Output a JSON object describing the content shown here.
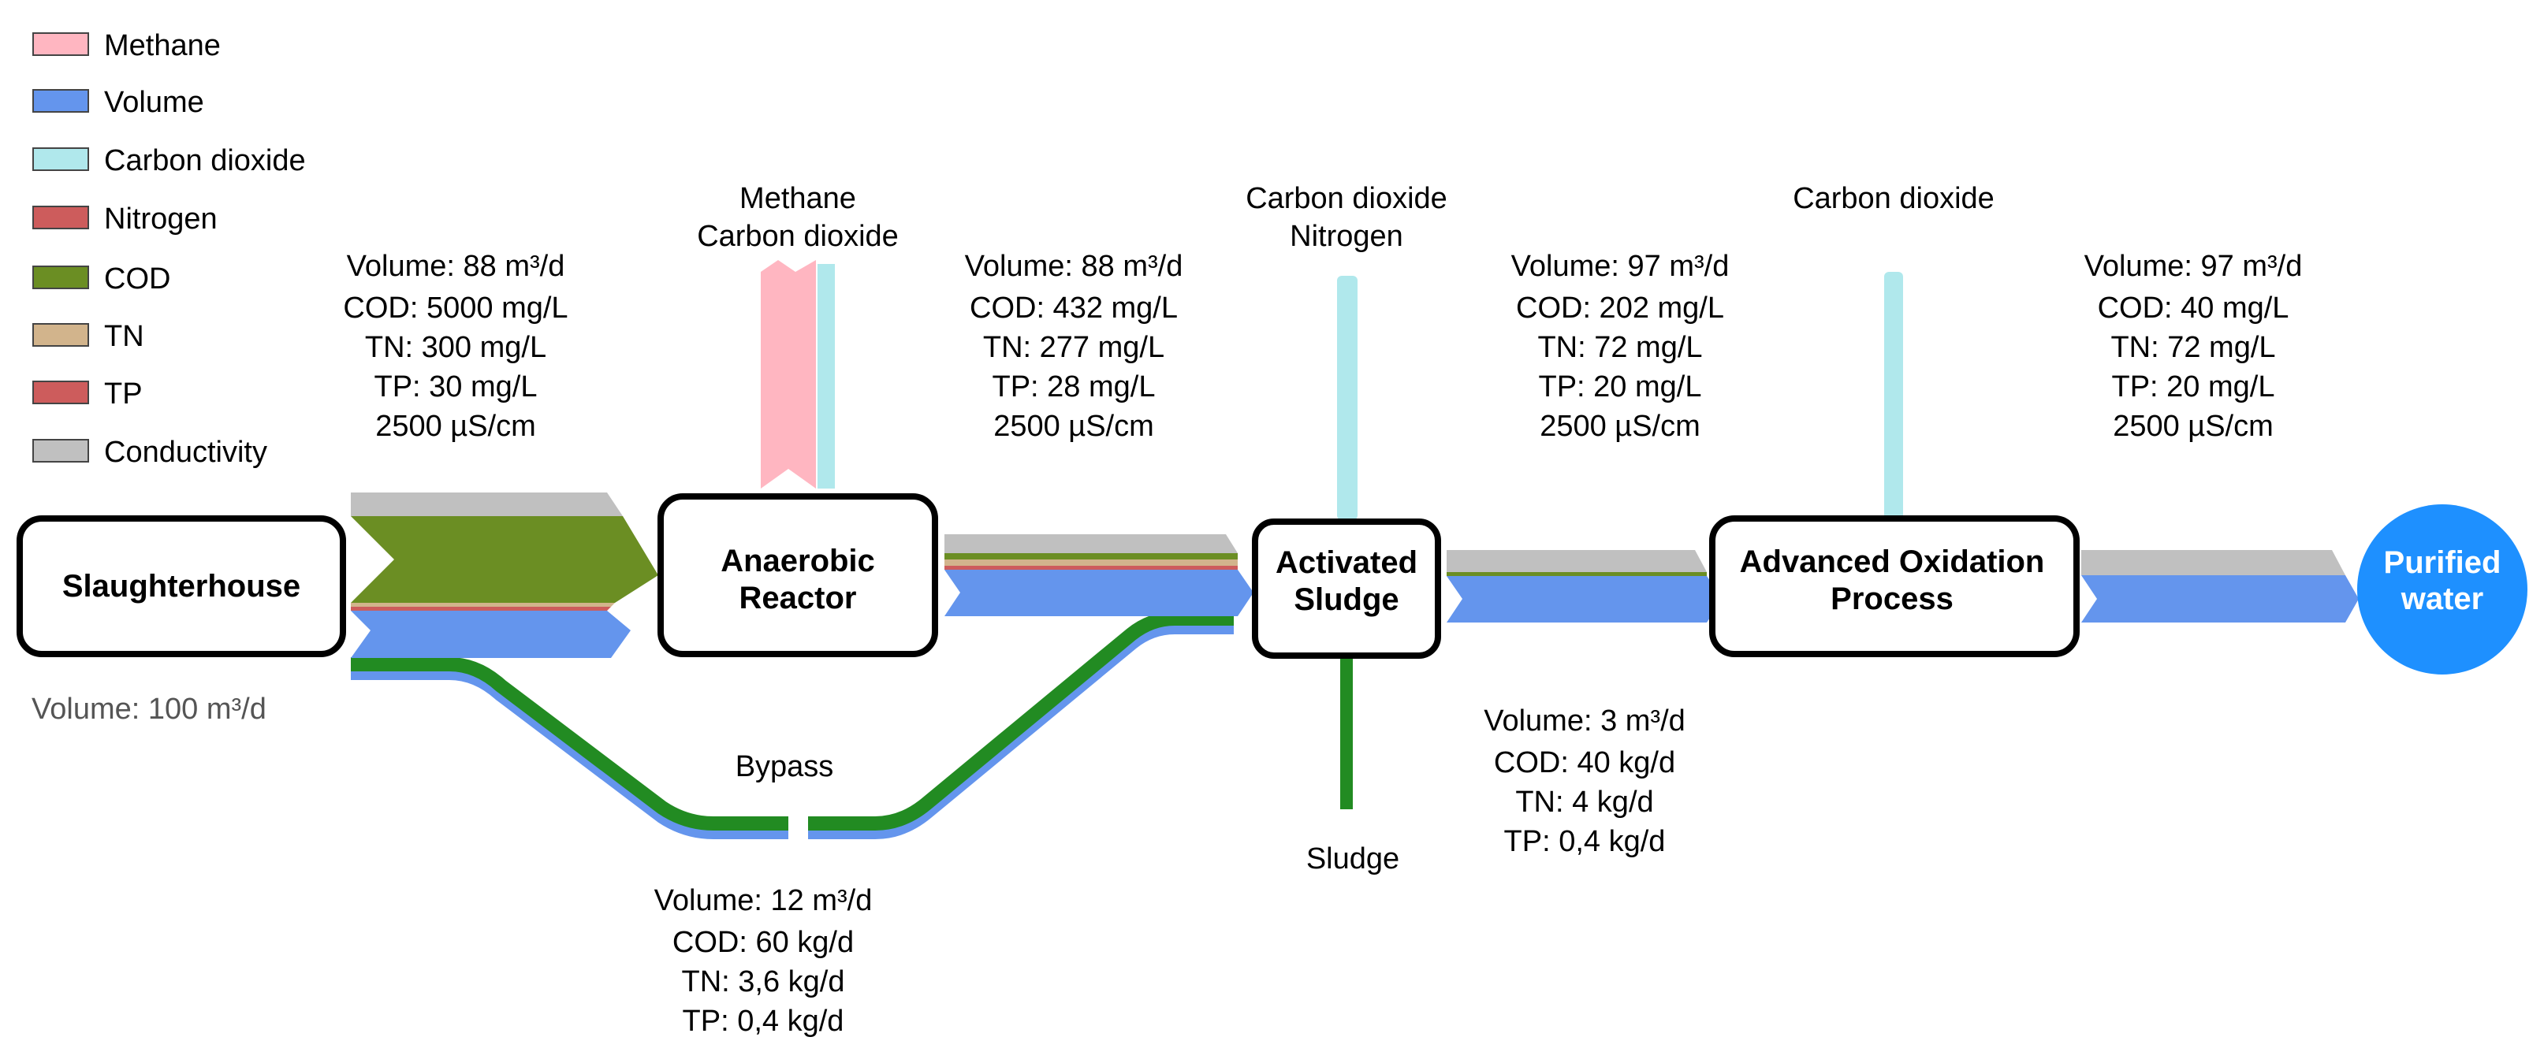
{
  "colors": {
    "methane": "#ffb6c1",
    "volume": "#6495ed",
    "carbon_dioxide": "#b0e8ec",
    "nitrogen": "#cd5c5c",
    "cod": "#6b8e23",
    "tn": "#d2b48c",
    "tp": "#cd5c5c",
    "conductivity": "#c0c0c0",
    "sludge": "#228b22",
    "purified": "#1e90ff"
  },
  "legend": [
    {
      "label": "Methane",
      "color_key": "methane"
    },
    {
      "label": "Volume",
      "color_key": "volume"
    },
    {
      "label": "Carbon dioxide",
      "color_key": "carbon_dioxide"
    },
    {
      "label": "Nitrogen",
      "color_key": "nitrogen"
    },
    {
      "label": "COD",
      "color_key": "cod"
    },
    {
      "label": "TN",
      "color_key": "tn"
    },
    {
      "label": "TP",
      "color_key": "tp"
    },
    {
      "label": "Conductivity",
      "color_key": "conductivity"
    }
  ],
  "nodes": {
    "slaughterhouse": [
      "Slaughterhouse"
    ],
    "anaerobic": [
      "Anaerobic",
      "Reactor"
    ],
    "activated": [
      "Activated",
      "Sludge"
    ],
    "aop": [
      "Advanced Oxidation",
      "Process"
    ],
    "purified": [
      "Purified",
      "water"
    ]
  },
  "labels": {
    "inflow_volume": "Volume: 100 m³/d",
    "bypass": "Bypass",
    "sludge": "Sludge"
  },
  "gas": {
    "anaerobic": [
      "Methane",
      "Carbon dioxide"
    ],
    "activated": [
      "Carbon dioxide",
      "Nitrogen"
    ],
    "aop": [
      "Carbon dioxide"
    ]
  },
  "info": {
    "to_anaerobic": [
      "Volume: 88 m³/d",
      "COD: 5000 mg/L",
      "TN: 300 mg/L",
      "TP: 30 mg/L",
      "2500 µS/cm"
    ],
    "after_anaerobic": [
      "Volume: 88 m³/d",
      "COD: 432 mg/L",
      "TN: 277 mg/L",
      "TP: 28 mg/L",
      "2500 µS/cm"
    ],
    "after_activated": [
      "Volume: 97 m³/d",
      "COD: 202 mg/L",
      "TN: 72 mg/L",
      "TP: 20 mg/L",
      "2500 µS/cm"
    ],
    "after_aop": [
      "Volume: 97 m³/d",
      "COD: 40 mg/L",
      "TN: 72 mg/L",
      "TP: 20 mg/L",
      "2500 µS/cm"
    ],
    "sludge": [
      "Volume: 3 m³/d",
      "COD: 40 kg/d",
      "TN: 4 kg/d",
      "TP: 0,4 kg/d"
    ],
    "bypass": [
      "Volume: 12 m³/d",
      "COD: 60 kg/d",
      "TN: 3,6 kg/d",
      "TP: 0,4 kg/d"
    ]
  }
}
